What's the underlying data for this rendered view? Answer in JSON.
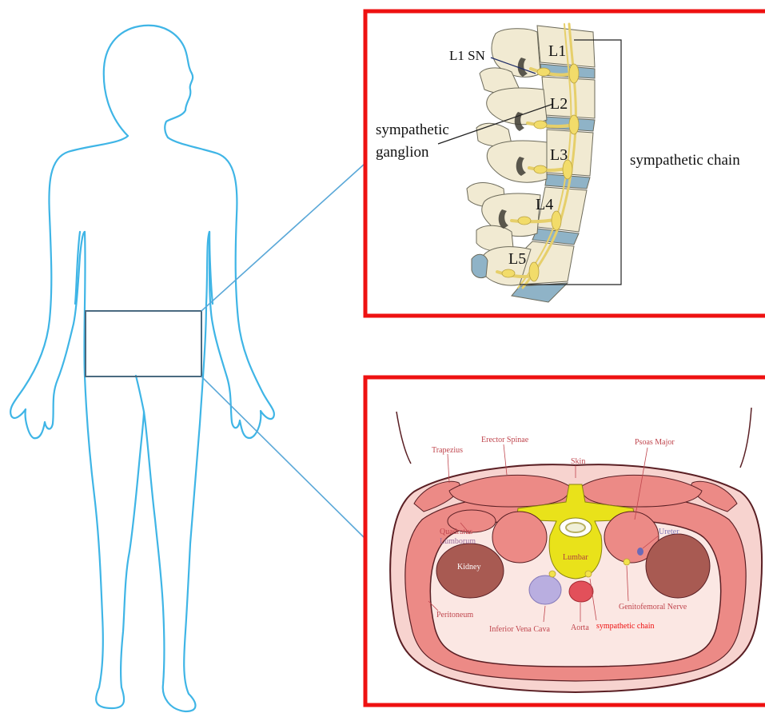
{
  "colors": {
    "body_outline": "#3fb5e6",
    "zoom_lines": "#5aa8d8",
    "panel_border": "#ee1111",
    "bone": "#f1ead2",
    "disc": "#8fb3c7",
    "nerve": "#e6cf6a",
    "muscle": "#ec8a86",
    "muscle_light": "#f7d3cf",
    "kidney": "#a85a52",
    "lumbar_yellow": "#e9e21a",
    "ivc": "#b9aee0",
    "aorta": "#e2505a",
    "outline_dark": "#5a1f24",
    "label_red": "#c0464e",
    "label_bright_red": "#ee1111"
  },
  "spine_panel": {
    "vertebra_labels": [
      "L1",
      "L2",
      "L3",
      "L4",
      "L5"
    ],
    "l1_sn_label": "L1 SN",
    "ganglion_label_line1": "sympathetic",
    "ganglion_label_line2": "ganglion",
    "chain_label": "sympathetic chain"
  },
  "cross_section_panel": {
    "trapezius": "Trapezius",
    "erector_spinae": "Erector Spinae",
    "skin": "Skin",
    "psoas_major": "Psoas Major",
    "quadratus_line1": "Quadratus",
    "quadratus_line2": "Lumborum",
    "ureter": "Ureter",
    "kidney": "Kidney",
    "lumbar": "Lumbar",
    "genitofemoral_nerve": "Genitofemoral Nerve",
    "peritoneum": "Peritoneum",
    "inferior_vena_cava": "Inferior Vena Cava",
    "aorta": "Aorta",
    "sympathetic_chain": "sympathetic chain"
  }
}
